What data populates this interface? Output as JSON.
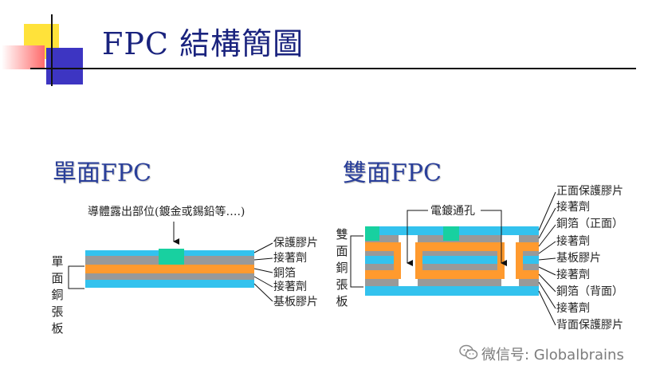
{
  "title": "FPC  結構簡圖",
  "single": {
    "heading": "單面FPC",
    "exposed_note": "導體露出部位(鍍金或錫鉛等….)",
    "side_label": "單面銅張板",
    "layers": [
      "保護膠片",
      "接著劑",
      "銅箔",
      "接著劑",
      "基板膠片"
    ]
  },
  "double": {
    "heading": "雙面FPC",
    "via_note": "電鍍通孔",
    "side_label": "雙面銅張板",
    "layers": [
      "正面保護膠片",
      "接著劑",
      "銅箔（正面）",
      "接著劑",
      "基板膠片",
      "接著劑",
      "銅箔（背面）",
      "接著劑",
      "背面保護膠片"
    ]
  },
  "watermark": "微信号: Globalbrains",
  "colors": {
    "coverlay": "#33c2ee",
    "adhesive": "#999999",
    "copper": "#ff9a2e",
    "exposed_pad": "#18d0a0",
    "title": "#1a237e",
    "logo_yellow": "#ffe23a",
    "logo_red": "#ff6b6b",
    "logo_blue": "#3d35c2"
  }
}
